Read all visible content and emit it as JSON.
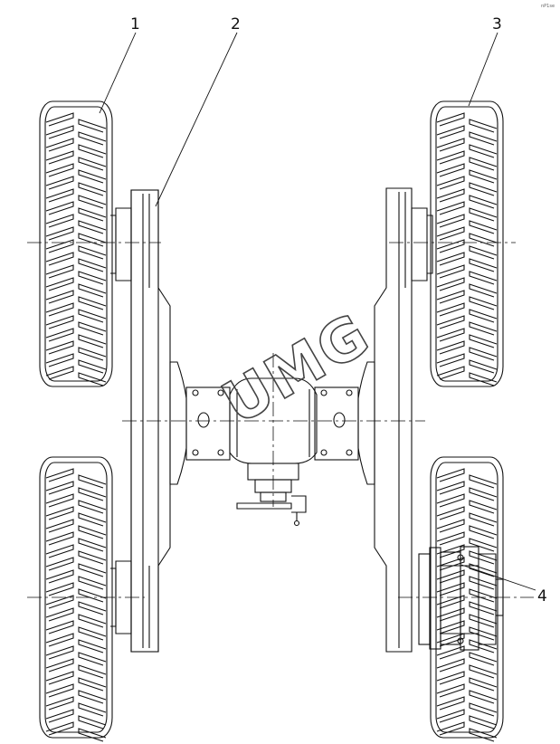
{
  "drawing": {
    "callouts": [
      "1",
      "2",
      "3",
      "4"
    ],
    "watermark": "UMG",
    "corner_mark": "nP1se"
  }
}
